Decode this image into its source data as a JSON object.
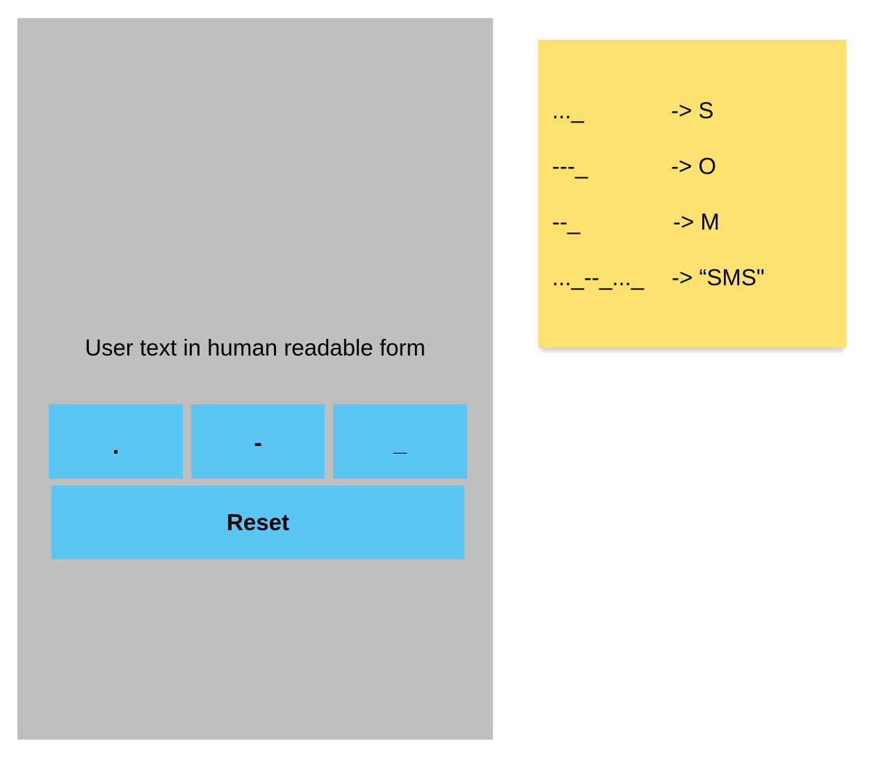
{
  "app": {
    "readout_text": "User text in human readable form",
    "keys": {
      "dot": ".",
      "dash": "-",
      "underscore": "_",
      "reset": "Reset"
    }
  },
  "legend": {
    "rows": [
      {
        "code": "..._",
        "result": "-> S"
      },
      {
        "code": "---_",
        "result": "-> O"
      },
      {
        "code": "--_",
        "result": "-> M"
      },
      {
        "code": "..._--_..._",
        "result": "-> “SMS\""
      }
    ]
  },
  "colors": {
    "device_background": "#bfbfbf",
    "key_background": "#5bc5f4",
    "sticky_note": "#fee270"
  }
}
